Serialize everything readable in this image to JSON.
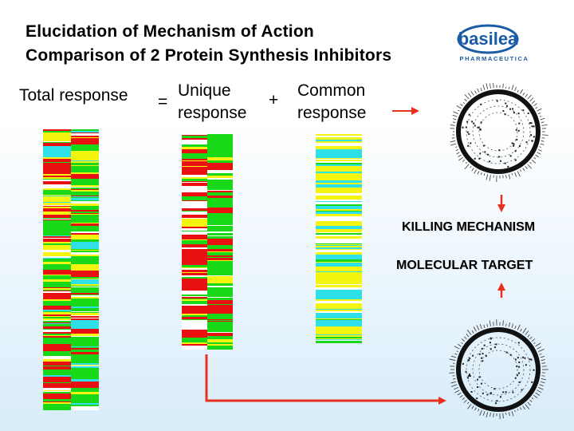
{
  "title": {
    "line1": "Elucidation of Mechanism of Action",
    "line2": "Comparison of 2 Protein Synthesis Inhibitors"
  },
  "logo": {
    "name": "basilea",
    "tagline": "PHARMACEUTICA",
    "color": "#1a5ba6"
  },
  "equation": {
    "total": "Total response",
    "equals": "=",
    "unique_line1": "Unique",
    "unique_line2": "response",
    "plus": "+",
    "common_line1": "Common",
    "common_line2": "response"
  },
  "outcomes": {
    "killing": "KILLING MECHANISM",
    "target": "MOLECULAR TARGET"
  },
  "colors": {
    "arrow": "#e8301c",
    "red": "#e81010",
    "green": "#18d818",
    "yellow": "#f4f410",
    "cyan": "#30e0e8",
    "white": "#ffffff"
  },
  "icons": [
    "genome-map-icon",
    "genome-map-icon",
    "arrow-icon"
  ]
}
